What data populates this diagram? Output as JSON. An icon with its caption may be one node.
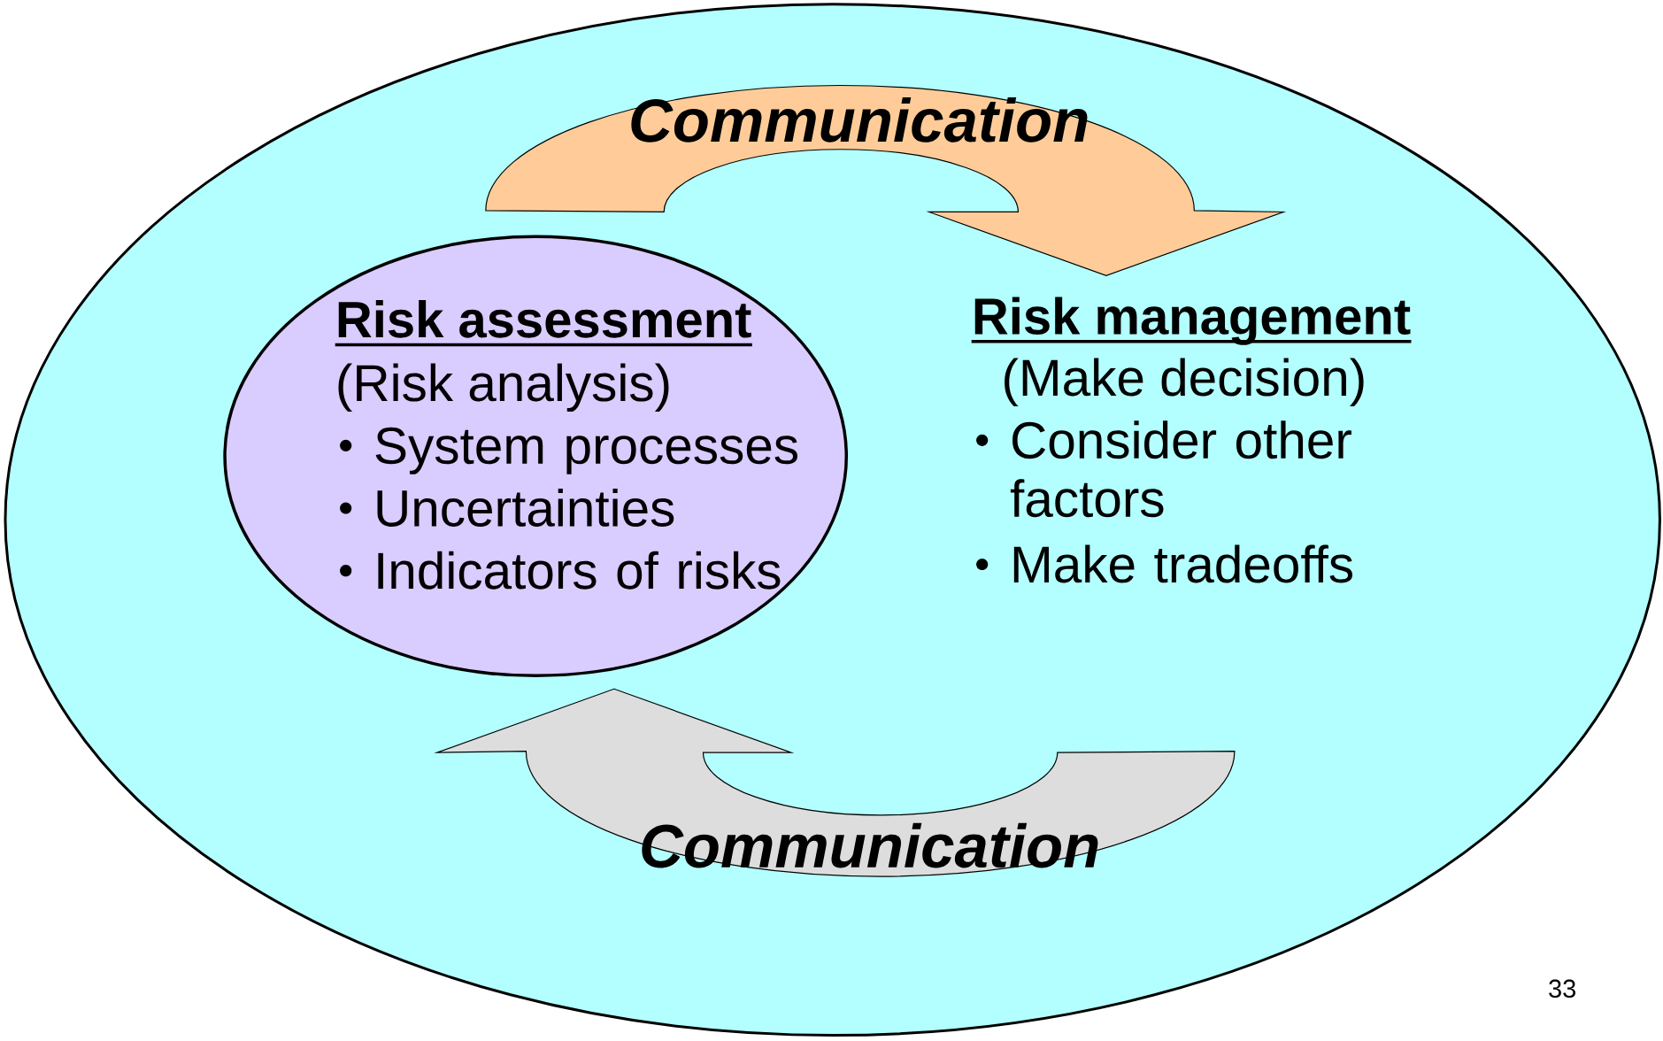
{
  "diagram": {
    "nodes": [
      {
        "text": [],
        "shape": "ellipse"
      },
      {
        "text": [
          "Risk assessment",
          "(Risk analysis)",
          "System processes",
          "Uncertainties",
          "Indicators of risks"
        ],
        "in": 0
      },
      {
        "text": [
          "Risk management",
          "(Make decision)",
          "Consider other factors",
          "Make tradeoffs"
        ],
        "in": 0
      }
    ],
    "edges": [
      {
        "from": 1,
        "to": 2,
        "arrow": "to",
        "label": "Communication",
        "color": "#ffcc99"
      },
      {
        "from": 2,
        "to": 1,
        "arrow": "to",
        "label": "Communication",
        "color": "#dddddd"
      }
    ],
    "labels": [
      "33"
    ]
  }
}
